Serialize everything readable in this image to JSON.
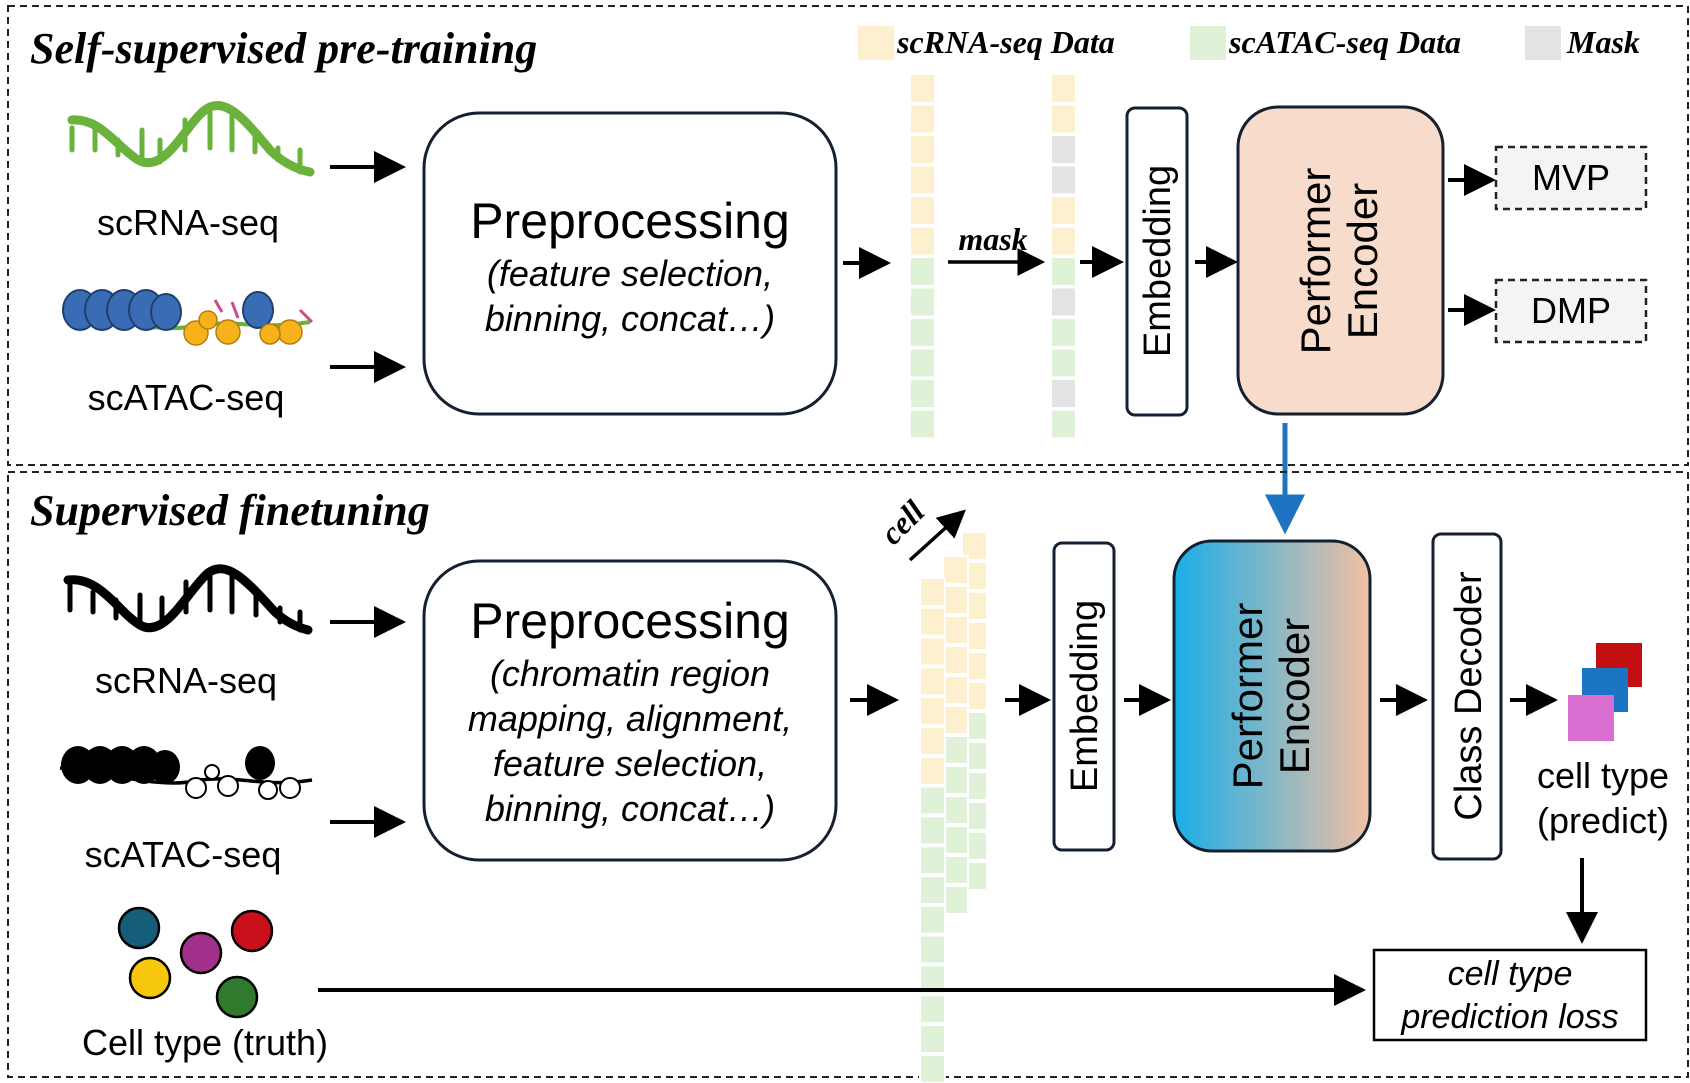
{
  "legend": {
    "items": [
      {
        "label": "scRNA-seq Data",
        "color": "#fdf0cf"
      },
      {
        "label": "scATAC-seq Data",
        "color": "#dff2d8"
      },
      {
        "label": "Mask",
        "color": "#e3e3e3"
      }
    ]
  },
  "pretrain": {
    "title": "Self-supervised pre-training",
    "rna_label": "scRNA-seq",
    "atac_label": "scATAC-seq",
    "prep_title": "Preprocessing",
    "prep_lines": [
      "(feature selection,",
      "binning, concat…)"
    ],
    "mask_label": "mask",
    "embedding_label": "Embedding",
    "encoder_lines": [
      "Performer",
      "Encoder"
    ],
    "output_1": "MVP",
    "output_2": "DMP"
  },
  "finetune": {
    "title": "Supervised finetuning",
    "rna_label": "scRNA-seq",
    "atac_label": "scATAC-seq",
    "truth_label": "Cell type (truth)",
    "prep_title": "Preprocessing",
    "prep_lines": [
      "(chromatin region",
      "mapping, alignment,",
      "feature selection,",
      "binning, concat…)"
    ],
    "cell_label": "cell",
    "embedding_label": "Embedding",
    "encoder_lines": [
      "Performer",
      "Encoder"
    ],
    "decoder_label": "Class Decoder",
    "predict_lines": [
      "cell type",
      "(predict)"
    ],
    "loss_lines": [
      "cell type",
      "prediction loss"
    ]
  },
  "colors": {
    "rna": "#fdf0cf",
    "atac": "#dff2d8",
    "mask": "#e3e3e3",
    "dna_green": "#6ab23c",
    "pretrain_encoder": "#f7dccb",
    "finetune_gradient_start": "#19aee8",
    "finetune_gradient_end": "#f2c0a4",
    "transfer_arrow": "#1f74c2",
    "nucleosome": "#3a6cb5",
    "protein": "#f5b21b",
    "pred_red": "#c40f12",
    "pred_blue": "#1c74c4",
    "pred_pink": "#d86fd0",
    "truth_teal": "#155d79",
    "truth_purple": "#a0308a",
    "truth_red": "#c8101c",
    "truth_yellow": "#f6c70b",
    "truth_green": "#2f7a2c"
  }
}
